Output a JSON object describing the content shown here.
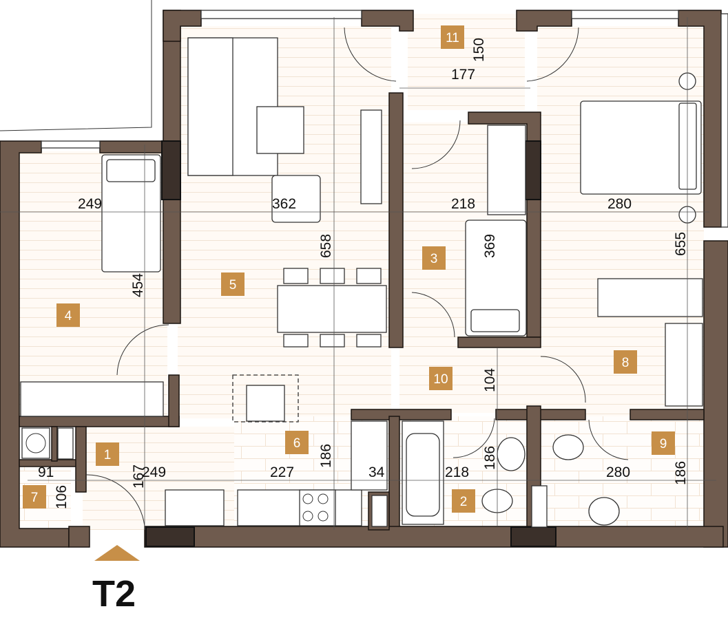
{
  "plan": {
    "unit_name": "T2",
    "entrance": "entrance-arrow",
    "colors": {
      "wall": "#6f5b4e",
      "window_block": "#3b302a",
      "room_label": "#c78f48"
    },
    "rooms": [
      "1",
      "2",
      "3",
      "4",
      "5",
      "6",
      "7",
      "8",
      "9",
      "10",
      "11"
    ],
    "dimensions": [
      "177",
      "150",
      "249",
      "362",
      "658",
      "218",
      "280",
      "655",
      "454",
      "369",
      "104",
      "91",
      "106",
      "167",
      "249",
      "227",
      "186",
      "34",
      "218",
      "186",
      "280",
      "186"
    ]
  }
}
